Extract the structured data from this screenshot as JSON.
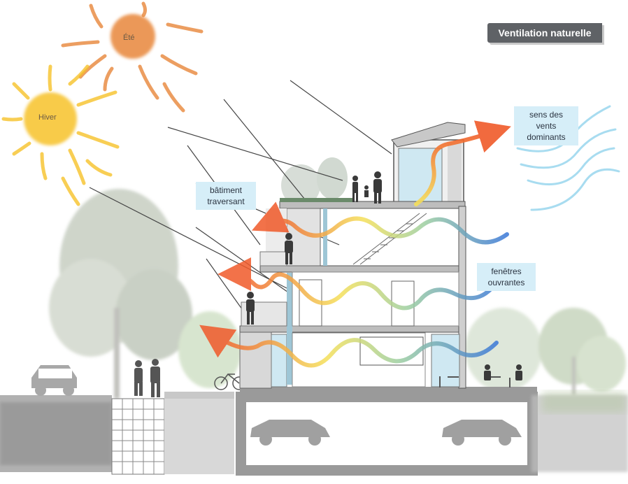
{
  "title": "Ventilation naturelle",
  "labels": {
    "summer_sun": "Été",
    "winter_sun": "Hiver",
    "wind_direction": "sens des vents dominants",
    "cross_building": "bâtiment traversant",
    "opening_windows": "fenêtres ouvrantes"
  },
  "colors": {
    "summer_sun": "#e8873a",
    "winter_sun": "#f7c22a",
    "air_warm": "#f05a2a",
    "air_mid": "#f5e05a",
    "air_cool": "#3a78d8",
    "wind_lines": "#a8dcf0",
    "callout_bg": "#d6eef8",
    "title_bg": "#5f6266"
  }
}
